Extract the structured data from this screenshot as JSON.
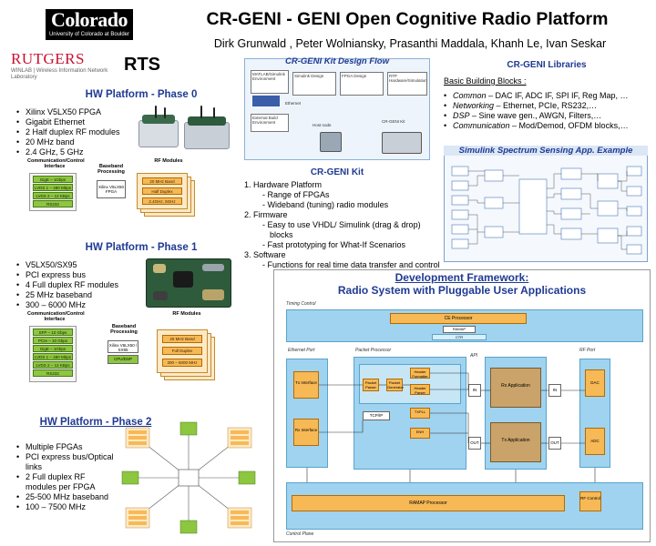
{
  "header": {
    "colorado_logo_main": "Colorado",
    "colorado_logo_sub": "University of Colorado at Boulder",
    "rutgers_logo": "RUTGERS",
    "rutgers_sub": "WINLAB | Wireless Information Network Laboratory",
    "rts": "RTS",
    "title": "CR-GENI - GENI Open Cognitive Radio Platform",
    "authors": "Dirk Grunwald , Peter Wolniansky,  Prasanthi Maddala, Khanh Le, Ivan Seskar"
  },
  "phase0": {
    "title": "HW Platform - Phase 0",
    "bullets": [
      "Xilinx V5LX50 FPGA",
      "Gigabit Ethernet",
      "2 Half duplex RF modules",
      "20 MHz band",
      "2.4 GHz, 5 GHz"
    ],
    "diagram": {
      "cap_interface": "Communication/Control Interface",
      "cap_baseband": "Baseband Processing",
      "cap_rf": "RF Modules",
      "interfaces": [
        "GigE – 1Gbps",
        "LVDS 1 – 480 Mbps",
        "LVDS 2 – 12 KBps",
        "RS232"
      ],
      "proc": "Xilinx V5LX50 FPGA",
      "rf": [
        "20 MHz Band",
        "Half Duplex",
        "2.4GHz, 5GHz"
      ]
    }
  },
  "phase1": {
    "title": "HW Platform - Phase 1",
    "bullets": [
      "V5LX50/SX95",
      "PCI express bus",
      "4 Full duplex RF modules",
      "25 MHz baseband",
      "300 – 6000 MHz"
    ],
    "diagram": {
      "cap_interface": "Communication/Control Interface",
      "cap_baseband": "Baseband Processing",
      "cap_rf": "RF Modules",
      "interfaces": [
        "SFP – 10 Gbps",
        "PCIe – 10 Gbps",
        "GigE – 1Gbps",
        "LVDS 1 – 480 Mbps",
        "LVDS 2 – 12 KBps",
        "RS232"
      ],
      "proc": "Xilinx V5LX50 / SX95",
      "proc2": "CPU/DSP",
      "rf": [
        "25 MHz Band",
        "Full Duplex",
        "300 – 6000 MHz"
      ]
    }
  },
  "phase2": {
    "title": "HW Platform - Phase 2",
    "bullets": [
      "Multiple FPGAs",
      "PCI express bus/Optical links",
      "2 Full duplex RF modules per FPGA",
      "25-500 MHz baseband",
      "100 – 7500 MHz"
    ]
  },
  "kit_flow": {
    "title": "CR-GENI Kit Design Flow",
    "labels": [
      "MATLAB/Simulink Environment",
      "Simulink Design",
      "FPGA Design",
      "RTP Hardware/Simulation",
      "Ethernet",
      "External Build Environment",
      "Host node",
      "CR-GENI Kit"
    ]
  },
  "kit": {
    "title": "CR-GENI Kit",
    "lines": [
      {
        "lvl": 1,
        "text": "1. Hardware Platform"
      },
      {
        "lvl": 2,
        "text": "- Range of FPGAs"
      },
      {
        "lvl": 2,
        "text": "- Wideband (tuning) radio modules"
      },
      {
        "lvl": 1,
        "text": "2. Firmware"
      },
      {
        "lvl": 2,
        "text": "- Easy to use VHDL/ Simulink (drag & drop)"
      },
      {
        "lvl": 3,
        "text": "blocks"
      },
      {
        "lvl": 2,
        "text": "- Fast prototyping for What-If Scenarios"
      },
      {
        "lvl": 1,
        "text": "3. Software"
      },
      {
        "lvl": 2,
        "text": "- Functions for real time data transfer and control"
      }
    ]
  },
  "libraries": {
    "title": "CR-GENI Libraries",
    "intro": "Basic Building Blocks :",
    "items": [
      {
        "term": "Common",
        "text": " – DAC IF, ADC IF, SPI IF, Reg Map, …"
      },
      {
        "term": "Networking",
        "text": " – Ethernet, PCIe, RS232,…"
      },
      {
        "term": "DSP",
        "text": " – Sine wave gen., AWGN, Filters,…"
      },
      {
        "term": "Communication",
        "text": " – Mod/Demod, OFDM blocks,…"
      }
    ]
  },
  "simulink": {
    "title": "Simulink Spectrum Sensing App. Example"
  },
  "devfw": {
    "title1": "Development Framework:",
    "title2": "Radio System with Pluggable User Applications",
    "timing_plane": "Timing Control",
    "control_plane": "Control Plane",
    "ce": "CE Processor",
    "ce_sub": "RAMAP",
    "ctr": "CTR",
    "ethernet_port": "Ethernet Port",
    "packet_processor": "Packet Processor",
    "api": "API",
    "rf_port": "RF Port",
    "tx_interface": "Tx Interface",
    "rx_interface": "Rx Interface",
    "tcpip": "TCP/IP",
    "rx_app": "Rx Application",
    "tx_app": "Tx Application",
    "in": "IN",
    "out": "OUT",
    "ramap": "RAMAP Processor",
    "rf_control": "RF Control",
    "small": [
      "Packet Parser",
      "Packet Generator",
      "Header Formatter",
      "Header Parser",
      "TXPLL",
      "DAC",
      "ADC",
      "ENH"
    ]
  }
}
